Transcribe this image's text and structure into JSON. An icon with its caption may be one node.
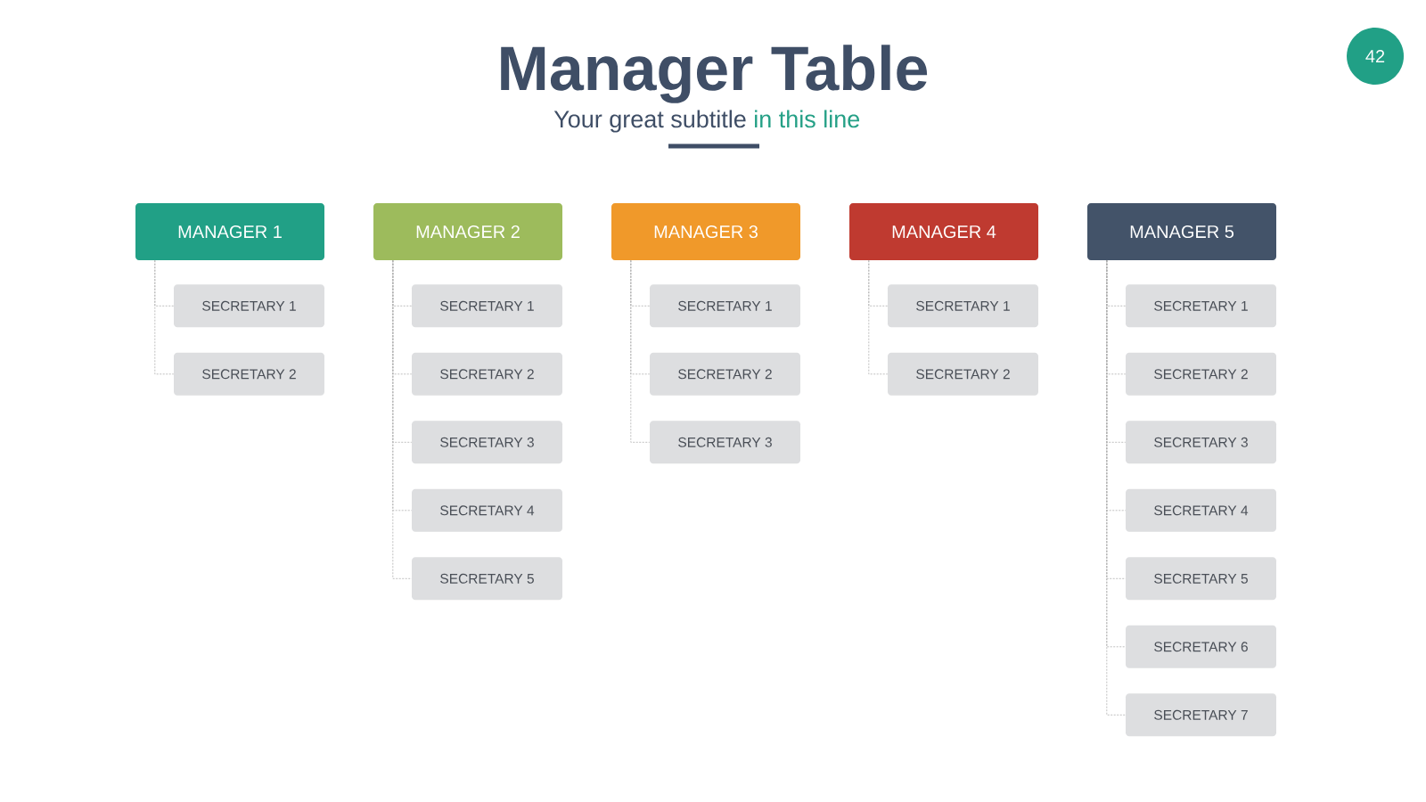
{
  "diagram": {
    "title": "Manager Table",
    "nodes": [
      {
        "text": [
          "42"
        ]
      },
      {
        "text": [
          "MANAGER 1"
        ]
      },
      {
        "text": [
          "SECRETARY 1"
        ]
      },
      {
        "text": [
          "SECRETARY 2"
        ]
      },
      {
        "text": [
          "MANAGER 2"
        ]
      },
      {
        "text": [
          "SECRETARY 1"
        ]
      },
      {
        "text": [
          "SECRETARY 2"
        ]
      },
      {
        "text": [
          "SECRETARY 3"
        ]
      },
      {
        "text": [
          "SECRETARY 4"
        ]
      },
      {
        "text": [
          "SECRETARY 5"
        ]
      },
      {
        "text": [
          "MANAGER 3"
        ]
      },
      {
        "text": [
          "SECRETARY 1"
        ]
      },
      {
        "text": [
          "SECRETARY 2"
        ]
      },
      {
        "text": [
          "SECRETARY 3"
        ]
      },
      {
        "text": [
          "MANAGER 4"
        ]
      },
      {
        "text": [
          "SECRETARY 1"
        ]
      },
      {
        "text": [
          "SECRETARY 2"
        ]
      },
      {
        "text": [
          "MANAGER 5"
        ]
      },
      {
        "text": [
          "SECRETARY 1"
        ]
      },
      {
        "text": [
          "SECRETARY 2"
        ]
      },
      {
        "text": [
          "SECRETARY 3"
        ]
      },
      {
        "text": [
          "SECRETARY 4"
        ]
      },
      {
        "text": [
          "SECRETARY 5"
        ]
      },
      {
        "text": [
          "SECRETARY 6"
        ]
      },
      {
        "text": [
          "SECRETARY 7"
        ]
      }
    ],
    "edges": [
      {
        "from": 1,
        "to": 2,
        "arrow": "none",
        "style": "dashed"
      },
      {
        "from": 1,
        "to": 3,
        "arrow": "none",
        "style": "dashed"
      },
      {
        "from": 4,
        "to": 5,
        "arrow": "none",
        "style": "dashed"
      },
      {
        "from": 4,
        "to": 6,
        "arrow": "none",
        "style": "dashed"
      },
      {
        "from": 4,
        "to": 7,
        "arrow": "none",
        "style": "dashed"
      },
      {
        "from": 4,
        "to": 8,
        "arrow": "none",
        "style": "dashed"
      },
      {
        "from": 4,
        "to": 9,
        "arrow": "none",
        "style": "dashed"
      },
      {
        "from": 10,
        "to": 11,
        "arrow": "none",
        "style": "dashed"
      },
      {
        "from": 10,
        "to": 12,
        "arrow": "none",
        "style": "dashed"
      },
      {
        "from": 10,
        "to": 13,
        "arrow": "none",
        "style": "dashed"
      },
      {
        "from": 14,
        "to": 15,
        "arrow": "none",
        "style": "dashed"
      },
      {
        "from": 14,
        "to": 16,
        "arrow": "none",
        "style": "dashed"
      },
      {
        "from": 17,
        "to": 18,
        "arrow": "none",
        "style": "dashed"
      },
      {
        "from": 17,
        "to": 19,
        "arrow": "none",
        "style": "dashed"
      },
      {
        "from": 17,
        "to": 20,
        "arrow": "none",
        "style": "dashed"
      },
      {
        "from": 17,
        "to": 21,
        "arrow": "none",
        "style": "dashed"
      },
      {
        "from": 17,
        "to": 22,
        "arrow": "none",
        "style": "dashed"
      },
      {
        "from": 17,
        "to": 23,
        "arrow": "none",
        "style": "dashed"
      },
      {
        "from": 17,
        "to": 24,
        "arrow": "none",
        "style": "dashed"
      }
    ],
    "labels": [
      "Your great subtitle",
      "in this line"
    ]
  }
}
